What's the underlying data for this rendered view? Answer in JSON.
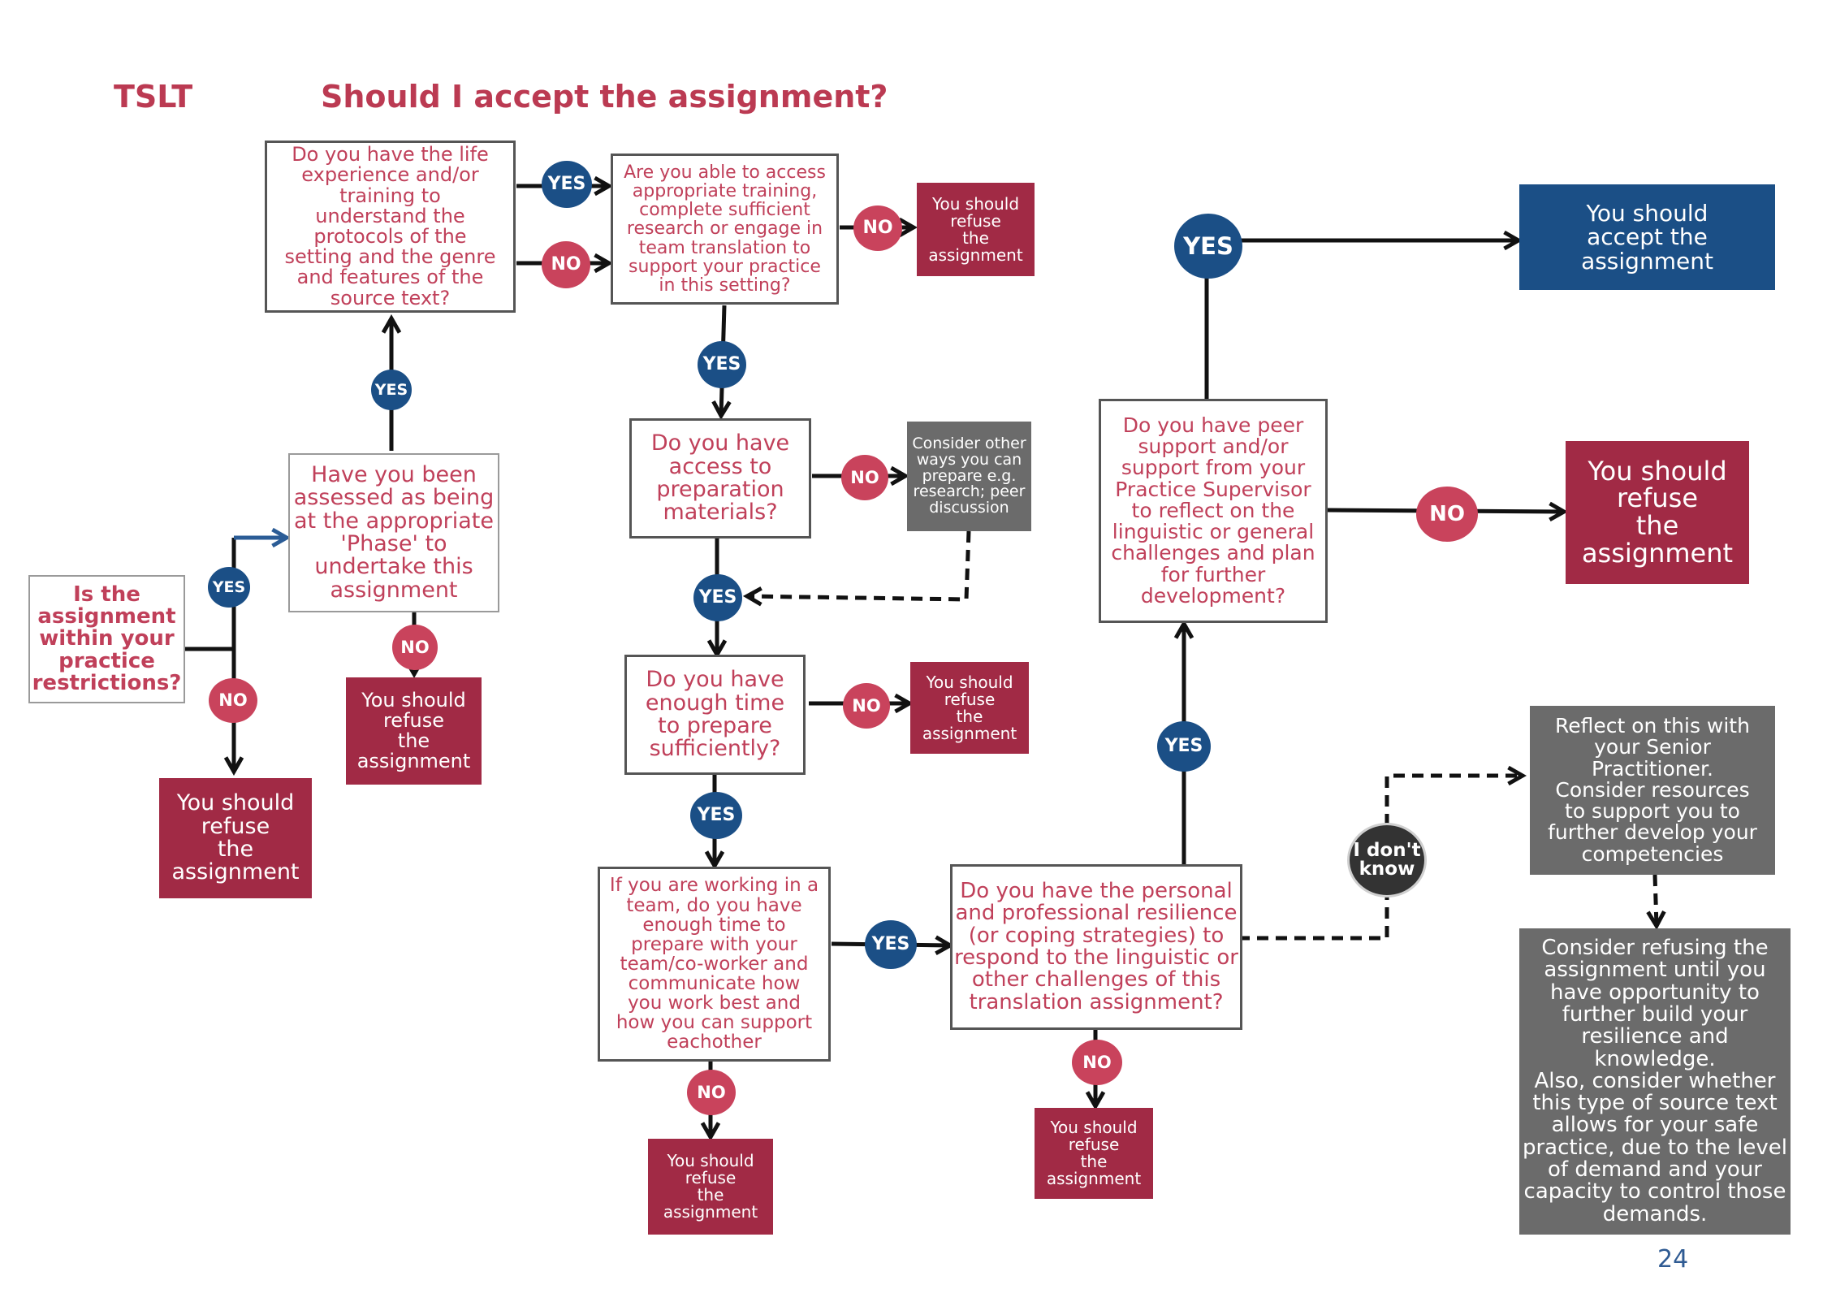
{
  "header": {
    "org": "TSLT",
    "title": "Should I accept the assignment?"
  },
  "boxes": {
    "start_question": "Is the\nassignment\nwithin your\npractice\nrestrictions?",
    "refuse_restrictions": "You should\nrefuse\nthe\nassignment",
    "q_phase": "Have you been\nassessed as being\nat the appropriate\n'Phase' to\nundertake this\nassignment",
    "refuse_phase": "You should\nrefuse\nthe\nassignment",
    "q_life_experience": "Do you have the life\nexperience and/or\ntraining to\nunderstand the\nprotocols of the\nsetting and the genre\nand features of the\nsource text?",
    "q_training": "Are you able to access\nappropriate training,\ncomplete sufficient\nresearch or engage in\nteam translation  to\nsupport your practice\nin this setting?",
    "refuse_training": "You should\nrefuse\nthe\nassignment",
    "q_materials": "Do you have\naccess to\npreparation\nmaterials?",
    "consider_other": "Consider other\nways you can\nprepare e.g.\nresearch; peer\ndiscussion",
    "q_time": "Do you have\nenough time\nto prepare\nsufficiently?",
    "refuse_time": "You should\nrefuse\nthe\nassignment",
    "q_team": "If you are working in a\nteam, do you have\nenough time to\nprepare with your\nteam/co-worker and\ncommunicate how\nyou work best and\nhow you can support\neachother",
    "refuse_team": "You should\nrefuse\nthe\nassignment",
    "q_resilience": "Do you have the personal\nand professional resilience\n(or coping strategies) to\nrespond to the linguistic or\nother challenges of this\ntranslation assignment?",
    "refuse_resilience": "You should\nrefuse\nthe\nassignment",
    "q_peer_support": "Do you have peer\nsupport and/or\nsupport from your\nPractice Supervisor\nto reflect on  the\nlinguistic or general\nchallenges and plan\nfor further\ndevelopment?",
    "accept": "You should\naccept the\nassignment",
    "refuse_peer": "You should\nrefuse\nthe\nassignment",
    "reflect": "Reflect on this with\nyour Senior\nPractitioner.\nConsider resources\nto support you to\nfurther develop your\ncompetencies",
    "consider_refusing": "Consider refusing the\nassignment until you\nhave opportunity to\nfurther build your\nresilience and\nknowledge.\nAlso, consider whether\nthis type  of source text\nallows for your safe\npractice, due to the level\nof demand and your\ncapacity to control those\ndemands."
  },
  "labels": {
    "yes": "YES",
    "no": "NO",
    "dont_know": "I don't\nknow"
  },
  "page_number": "24",
  "colors": {
    "title_red": "#bb3a52",
    "question_text": "#c0405a",
    "refuse_box": "#a12a45",
    "accept_box": "#1b4f86",
    "yes_circle": "#1b4f86",
    "no_circle": "#c9435c",
    "gray_box": "#6b6b6b",
    "dont_know_circle": "#333333"
  }
}
